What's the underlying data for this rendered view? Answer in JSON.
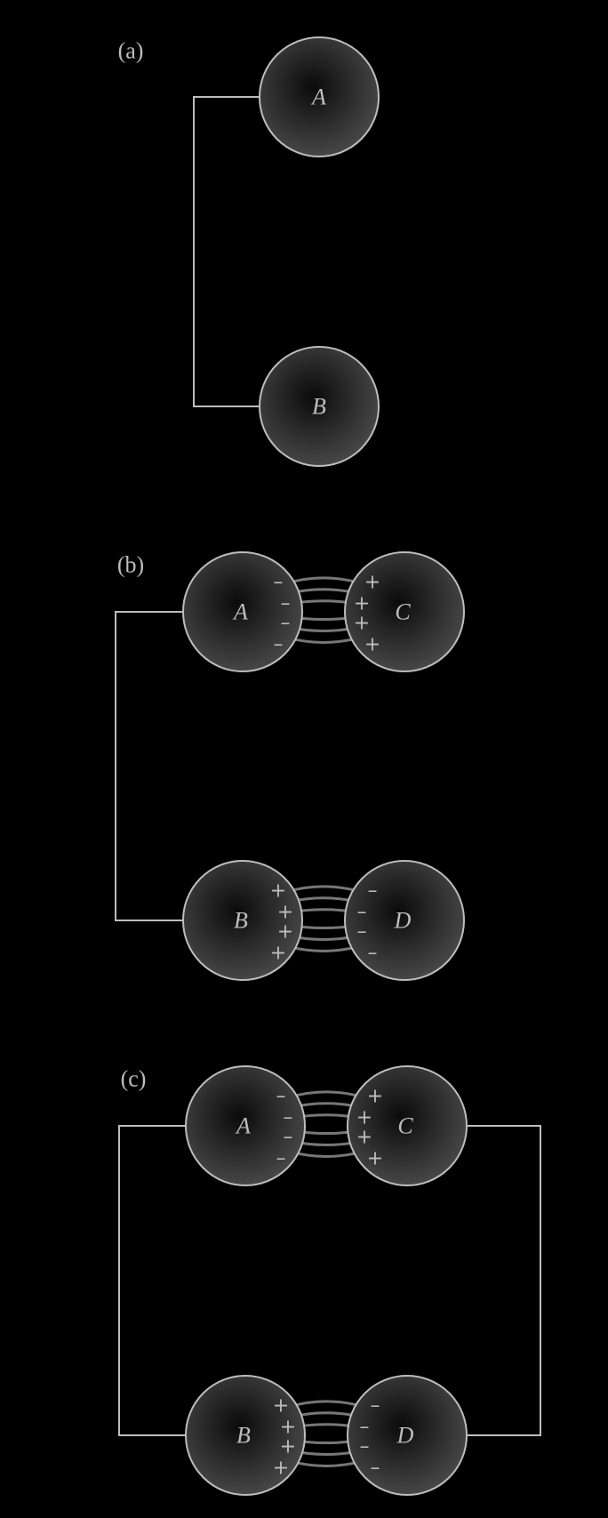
{
  "colors": {
    "background": "#000000",
    "wire": "#bdbdbd",
    "sphere_edge": "#bdbdbd",
    "sphere_fill_center": "#0b0b0b",
    "sphere_fill_edge": "#4a4a4a",
    "field_line": "#777777",
    "text": "#bdbdbd"
  },
  "panels": [
    {
      "label": "(a)",
      "spheres": [
        {
          "label": "A"
        },
        {
          "label": "B"
        }
      ]
    },
    {
      "label": "(b)",
      "spheres": [
        {
          "label": "A",
          "charge": "–"
        },
        {
          "label": "C",
          "charge": "+"
        },
        {
          "label": "B",
          "charge": "+"
        },
        {
          "label": "D",
          "charge": "–"
        }
      ]
    },
    {
      "label": "(c)",
      "spheres": [
        {
          "label": "A",
          "charge": "–"
        },
        {
          "label": "C",
          "charge": "+"
        },
        {
          "label": "B",
          "charge": "+"
        },
        {
          "label": "D",
          "charge": "–"
        }
      ]
    }
  ]
}
